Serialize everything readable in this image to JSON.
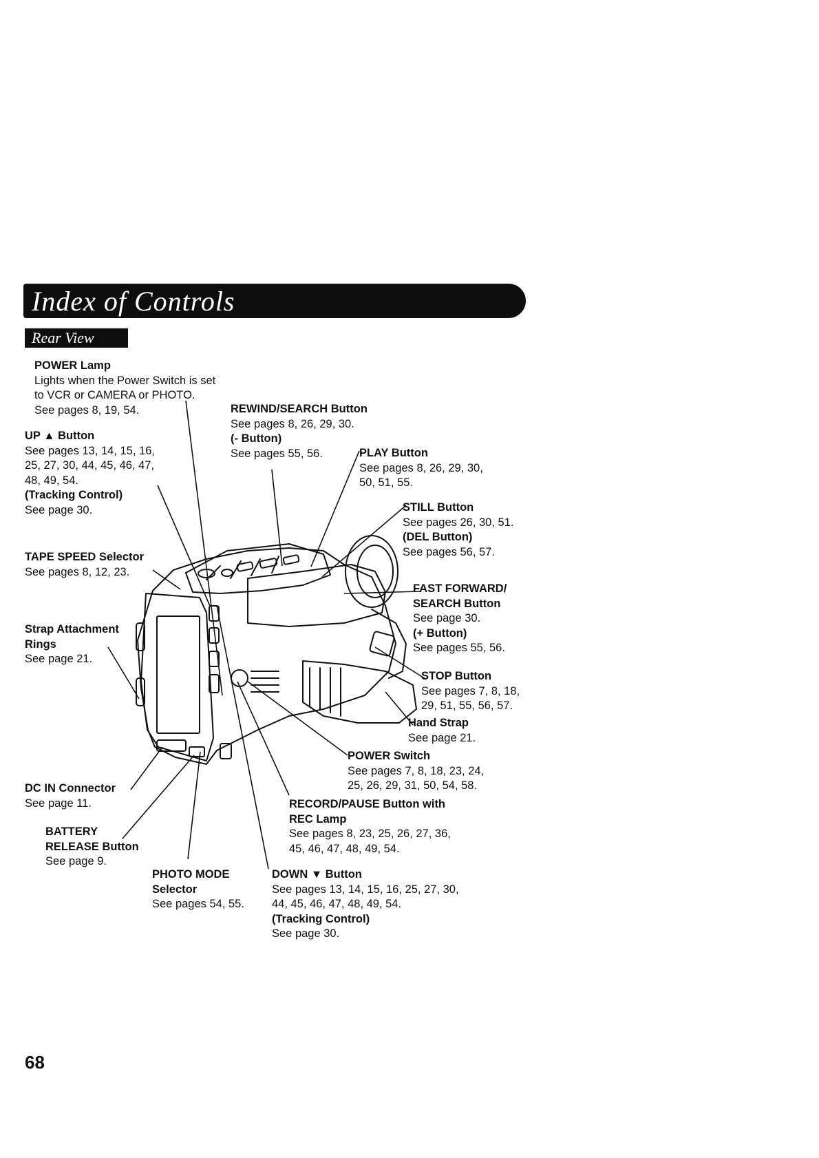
{
  "header": {
    "title": "Index of Controls",
    "section": "Rear View"
  },
  "callouts": {
    "power_lamp": {
      "title": "POWER Lamp",
      "lines": [
        "Lights when the Power Switch is set",
        "to VCR or CAMERA or PHOTO.",
        "See pages 8, 19, 54."
      ]
    },
    "up_button": {
      "title": "UP ▲ Button",
      "lines": [
        "See pages 13, 14, 15, 16,",
        "25, 27, 30, 44, 45, 46, 47,",
        "48, 49, 54."
      ],
      "sub_title": "(Tracking Control)",
      "sub_lines": [
        "See page 30."
      ]
    },
    "tape_speed": {
      "title": "TAPE SPEED Selector",
      "lines": [
        "See pages 8, 12, 23."
      ]
    },
    "strap_rings": {
      "title_lines": [
        "Strap Attachment",
        "Rings"
      ],
      "lines": [
        "See page 21."
      ]
    },
    "dc_in": {
      "title": "DC IN Connector",
      "lines": [
        "See page 11."
      ]
    },
    "battery": {
      "title_lines": [
        "BATTERY",
        "RELEASE Button"
      ],
      "lines": [
        "See page 9."
      ]
    },
    "photo_mode": {
      "title_lines": [
        "PHOTO MODE",
        "Selector"
      ],
      "lines": [
        "See pages 54, 55."
      ]
    },
    "rewind": {
      "title": "REWIND/SEARCH Button",
      "lines": [
        "See pages 8, 26, 29, 30."
      ],
      "sub_title": "(- Button)",
      "sub_lines": [
        "See pages 55, 56."
      ]
    },
    "play": {
      "title": "PLAY Button",
      "lines": [
        "See pages 8, 26, 29, 30,",
        "50, 51, 55."
      ]
    },
    "still": {
      "title": "STILL Button",
      "lines": [
        "See pages 26, 30, 51."
      ],
      "sub_title": "(DEL Button)",
      "sub_lines": [
        "See pages 56, 57."
      ]
    },
    "fast_forward": {
      "title_lines": [
        "FAST FORWARD/",
        "SEARCH Button"
      ],
      "lines": [
        "See page 30."
      ],
      "sub_title": "(+ Button)",
      "sub_lines": [
        "See pages 55, 56."
      ]
    },
    "stop": {
      "title": "STOP Button",
      "lines": [
        "See pages 7, 8, 18,",
        "29, 51, 55, 56, 57."
      ]
    },
    "hand_strap": {
      "title": "Hand Strap",
      "lines": [
        "See page 21."
      ]
    },
    "power_switch": {
      "title": "POWER Switch",
      "lines": [
        "See pages 7, 8, 18, 23, 24,",
        "25, 26, 29, 31, 50, 54, 58."
      ]
    },
    "record_pause": {
      "title_lines": [
        "RECORD/PAUSE Button with",
        "REC Lamp"
      ],
      "lines": [
        "See pages 8, 23, 25, 26, 27, 36,",
        "45, 46, 47, 48, 49, 54."
      ]
    },
    "down_button": {
      "title": "DOWN ▼ Button",
      "lines": [
        "See pages 13, 14, 15, 16, 25, 27, 30,",
        "44, 45, 46, 47, 48, 49, 54."
      ],
      "sub_title": "(Tracking Control)",
      "sub_lines": [
        "See page 30."
      ]
    }
  },
  "footer": {
    "page_number": "68"
  }
}
